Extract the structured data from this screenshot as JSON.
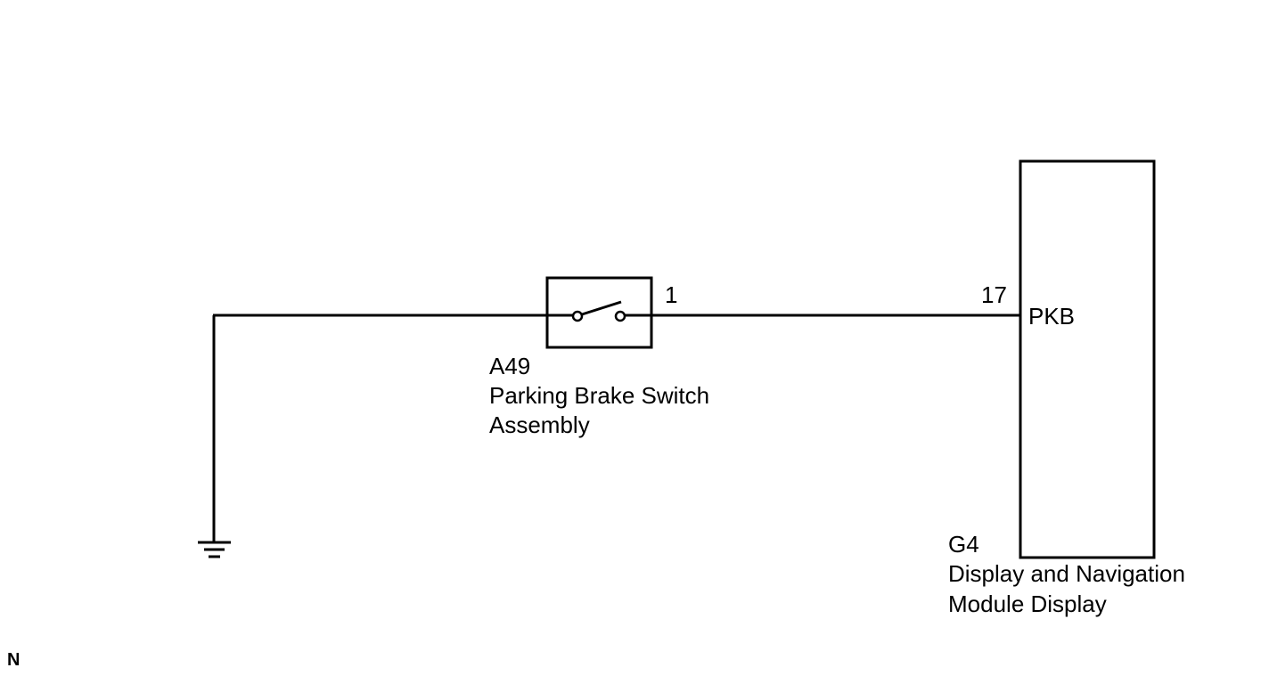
{
  "switch_component": {
    "code": "A49",
    "name_line1": "Parking Brake Switch",
    "name_line2": "Assembly",
    "pin": "1"
  },
  "module_component": {
    "code": "G4",
    "name_line1": "Display and Navigation",
    "name_line2": "Module Display",
    "pin": "17",
    "terminal": "PKB"
  },
  "corner_mark": "N",
  "colors": {
    "line": "#000000",
    "background": "#ffffff"
  }
}
